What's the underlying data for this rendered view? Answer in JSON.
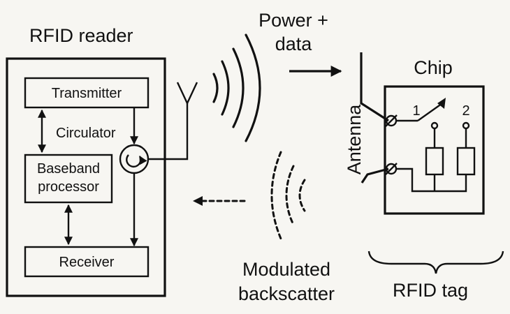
{
  "reader": {
    "title": "RFID reader",
    "transmitter": "Transmitter",
    "circulator": "Circulator",
    "baseband_line1": "Baseband",
    "baseband_line2": "processor",
    "receiver": "Receiver"
  },
  "link": {
    "forward_line1": "Power +",
    "forward_line2": "data",
    "backward_line1": "Modulated",
    "backward_line2": "backscatter"
  },
  "tag": {
    "chip": "Chip",
    "antenna": "Antenna",
    "pin1": "1",
    "pin2": "2",
    "label": "RFID tag"
  },
  "colors": {
    "ink": "#111111",
    "paper": "#f7f6f2"
  }
}
